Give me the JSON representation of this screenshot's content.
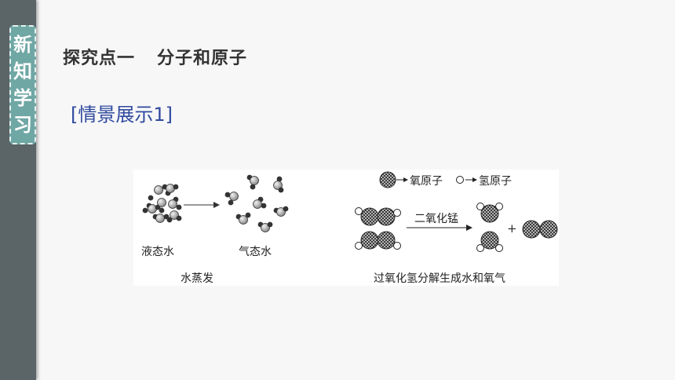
{
  "badge": {
    "chars": [
      "新",
      "知",
      "学",
      "习"
    ]
  },
  "title": {
    "part1": "探究点一",
    "part2": "分子和原子"
  },
  "subtitle": "[情景展示1]",
  "figure": {
    "liquid_label": "液态水",
    "gas_label": "气态水",
    "left_caption": "水蒸发",
    "legend_oxygen": "氧原子",
    "legend_hydrogen": "氢原子",
    "catalyst": "二氧化锰",
    "plus": "+",
    "right_caption": "过氧化氢分解生成水和氧气"
  },
  "colors": {
    "sidebar": "#5b6467",
    "badge": "#6fa7a4",
    "subtitle": "#2f4a9e"
  }
}
